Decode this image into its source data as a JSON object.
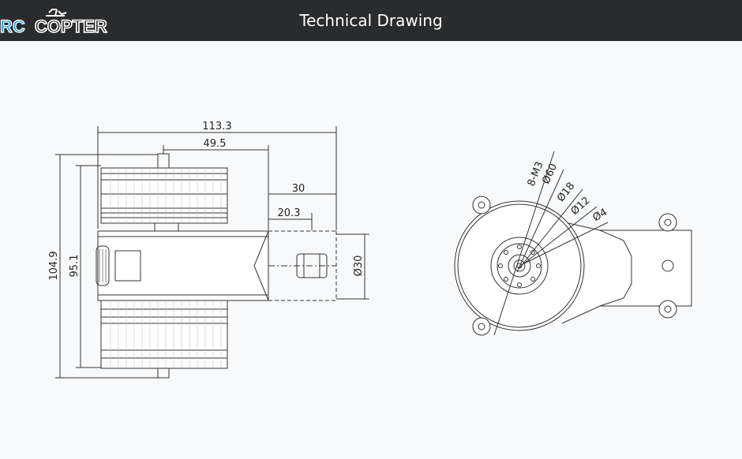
{
  "header": {
    "logo_text_a": "RC",
    "logo_text_b": "COPTER",
    "title": "Technical Drawing"
  },
  "colors": {
    "header_bg": "#2a2b2d",
    "logo_blue": "#2aa3d8",
    "line": "#333333",
    "background": "#f8f9fa"
  },
  "side_view": {
    "dims": {
      "overall_length": "113.3",
      "motor_offset": "49.5",
      "tube_end": "30",
      "mount_hole": "20.3",
      "tube_diameter": "Ø30",
      "total_height": "104.9",
      "motor_height": "95.1"
    }
  },
  "front_view": {
    "callouts": {
      "screws": "8-M3",
      "d60": "Ø60",
      "d18": "Ø18",
      "d12": "Ø12",
      "d4": "Ø4"
    }
  }
}
